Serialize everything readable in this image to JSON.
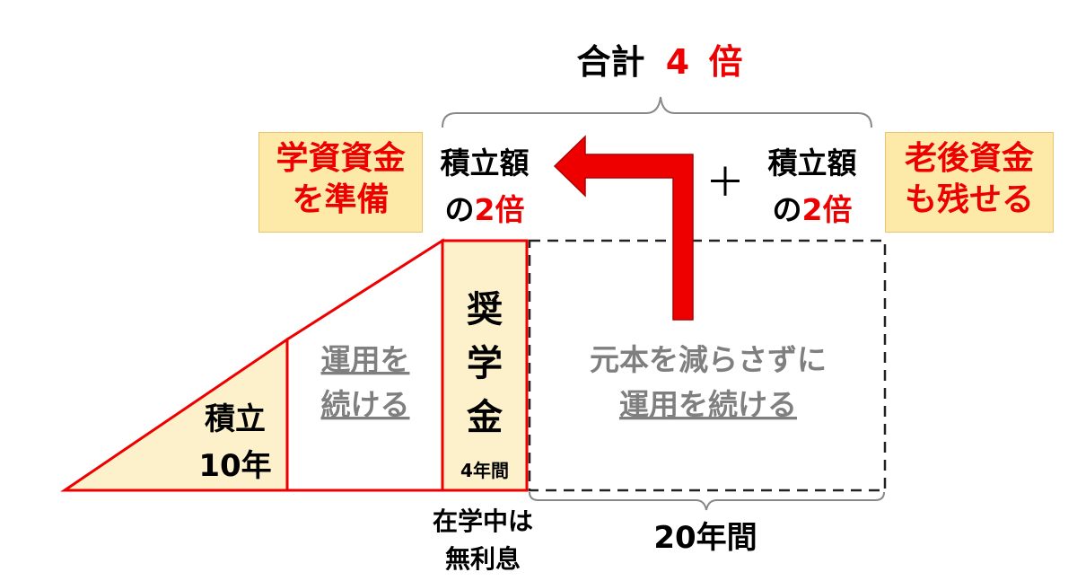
{
  "total": {
    "prefix": "合計",
    "multiplier": "4",
    "suffix": "倍"
  },
  "left_box": {
    "line1": "学資資金",
    "line2": "を準備"
  },
  "right_box": {
    "line1": "老後資金",
    "line2": "も残せる"
  },
  "left_amount": {
    "line1": "積立額",
    "line2_prefix": "の",
    "line2_value": "2倍"
  },
  "right_amount": {
    "line1": "積立額",
    "line2_prefix": "の",
    "line2_value": "2倍"
  },
  "plus_sign": "＋",
  "phases": {
    "saving": {
      "line1": "積立",
      "line2": "10年"
    },
    "investing": {
      "line1": "運用を",
      "line2": "続ける"
    },
    "scholarship": {
      "c1": "奨",
      "c2": "学",
      "c3": "金",
      "duration": "4年間"
    },
    "retirement": {
      "line1": "元本を減らさずに",
      "line2": "運用を続ける"
    }
  },
  "note_interest": {
    "line1": "在学中は",
    "line2": "無利息"
  },
  "period_label": "20年間",
  "colors": {
    "accent_red": "#ee0000",
    "fill_cream": "#fdf1cc",
    "box_fill": "#fde9a8",
    "gray_text": "#7f7f7f"
  }
}
